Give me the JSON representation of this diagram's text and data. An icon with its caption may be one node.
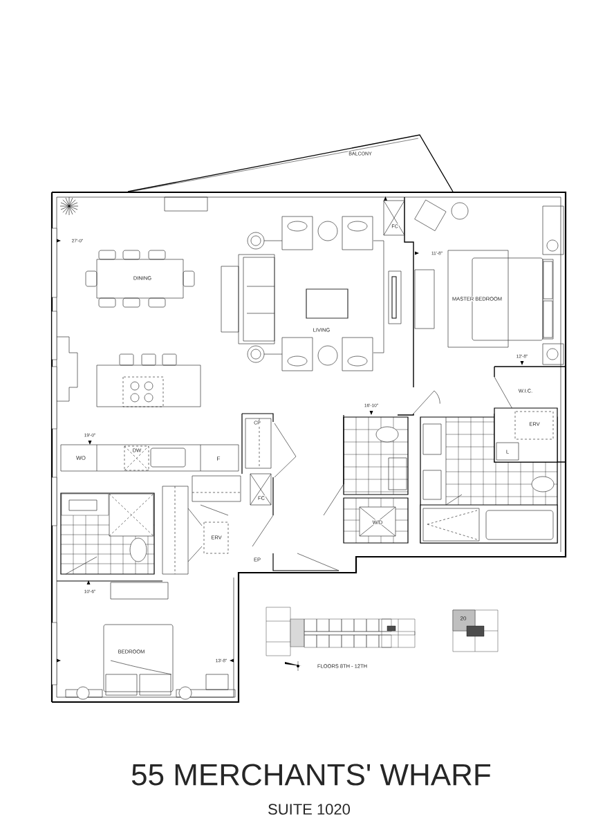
{
  "diagram": {
    "title": "55 MERCHANTS' WHARF",
    "labels": [
      "BALCONY",
      "FC",
      "27'-0\"",
      "11'-8\"",
      "DINING",
      "MASTER BEDROOM",
      "LIVING",
      "12'-8\"",
      "W.I.C.",
      "16'-10\"",
      "ERV",
      "CP",
      "19'-0\"",
      "WO",
      "DW",
      "F",
      "L",
      "FC",
      "ERV",
      "W/D",
      "EP",
      "10'-6\"",
      "20",
      "BEDROOM",
      "13'-8\"",
      "FLOORS 8TH - 12TH",
      "SUITE 1020"
    ]
  }
}
